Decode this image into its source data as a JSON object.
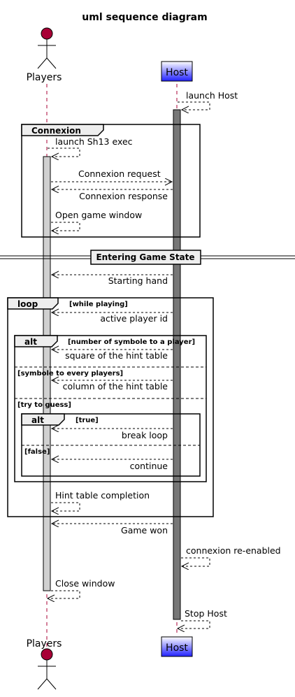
{
  "title": "uml sequence diagram",
  "participants": {
    "players": {
      "label": "Players",
      "kind": "actor"
    },
    "host": {
      "label": "Host",
      "kind": "participant"
    }
  },
  "colors": {
    "actor_head": "#a80036",
    "host_box_top": "#ffffff",
    "host_box_bottom": "#2020ff",
    "players_activation": "#d0d0d0",
    "host_activation": "#777777",
    "frame_tab": "#eeeeee",
    "line": "#000000",
    "lifeline": "#a80036"
  },
  "messages": {
    "launch_host": "launch Host",
    "launch_sh13": "launch Sh13 exec",
    "connexion_request": "Connexion request",
    "connexion_response": "Connexion response",
    "open_game_window": "Open game window",
    "starting_hand": "Starting hand",
    "active_player_id": "active player id",
    "square_hint": "square of the hint table",
    "column_hint": "column of the hint table",
    "break_loop": "break loop",
    "continue": "continue",
    "hint_completion": "Hint table completion",
    "game_won": "Game won",
    "connexion_reenabled": "connexion re-enabled",
    "close_window": "Close window",
    "stop_host": "Stop Host"
  },
  "frames": {
    "connexion": "Connexion",
    "divider": "Entering Game State",
    "loop_label": "loop",
    "loop_guard": "[while playing]",
    "alt_label": "alt",
    "alt_guard": "[number of symbole to a player]",
    "alt_guard_2": "[symbole to every players]",
    "alt_guard_3": "[try to guess]",
    "inner_alt_label": "alt",
    "inner_alt_guard": "[true]",
    "inner_alt_guard_2": "[false]"
  }
}
